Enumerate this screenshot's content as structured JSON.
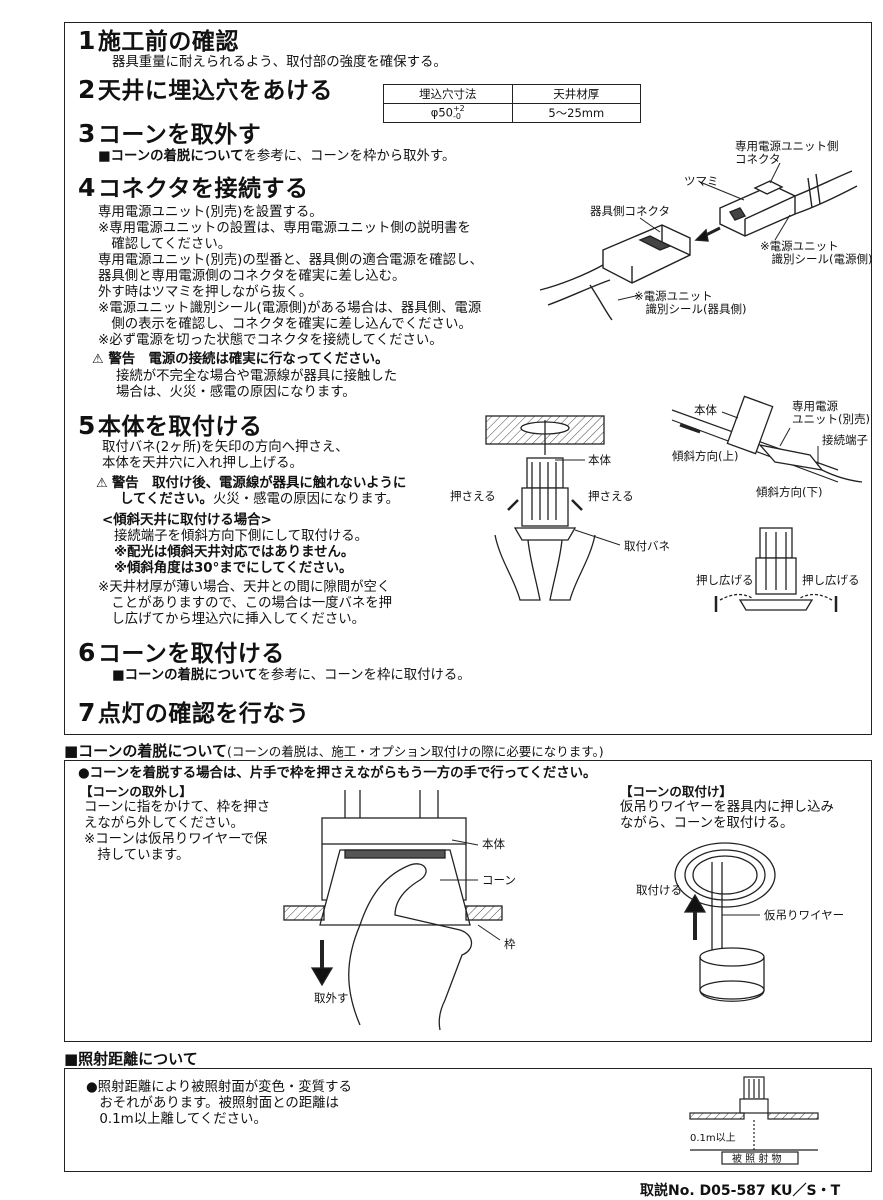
{
  "steps": [
    {
      "num": "1",
      "title": "施工前の確認"
    },
    {
      "num": "2",
      "title": "天井に埋込穴をあける"
    },
    {
      "num": "3",
      "title": "コーンを取外す"
    },
    {
      "num": "4",
      "title": "コネクタを接続する"
    },
    {
      "num": "5",
      "title": "本体を取付ける"
    },
    {
      "num": "6",
      "title": "コーンを取付ける"
    },
    {
      "num": "7",
      "title": "点灯の確認を行なう"
    }
  ],
  "step1": {
    "text": "器具重量に耐えられるよう、取付部の強度を確保する。"
  },
  "step2": {
    "table_headers": [
      "埋込穴寸法",
      "天井材厚"
    ],
    "table_values": [
      "φ50",
      "5〜25mm"
    ],
    "tol_plus": "+2",
    "tol_minus": "-0"
  },
  "step3": {
    "bold": "■コーンの着脱について",
    "text": "を参考に、コーンを枠から取外す。"
  },
  "step4": {
    "lines": [
      "専用電源ユニット(別売)を設置する。",
      "※専用電源ユニットの設置は、専用電源ユニット側の説明書を",
      "　確認してください。",
      "専用電源ユニット(別売)の型番と、器具側の適合電源を確認し、",
      "器具側と専用電源側のコネクタを確実に差し込む。",
      "外す時はツマミを押しながら抜く。",
      "※電源ユニット識別シール(電源側)がある場合は、器具側、電源",
      "　側の表示を確認し、コネクタを確実に差し込んでください。",
      "※必ず電源を切った状態でコネクタを接続してください。"
    ],
    "warning_title": "警告　電源の接続は確実に行なってください。",
    "warning_lines": [
      "接続が不完全な場合や電源線が器具に接触した",
      "場合は、火災・感電の原因になります。"
    ],
    "labels": {
      "psu_connector": "専用電源ユニット側\nコネクタ",
      "knob": "ツマミ",
      "fixture_connector": "器具側コネクタ",
      "seal_psu": "※電源ユニット\n　識別シール(電源側)",
      "seal_fixture": "※電源ユニット\n　識別シール(器具側)"
    }
  },
  "step5": {
    "lines": [
      "取付バネ(2ヶ所)を矢印の方向へ押さえ、",
      "本体を天井穴に入れ押し上げる。"
    ],
    "warning_bold": "警告　取付け後、電源線が器具に触れないように",
    "warning_bold2": "してください。",
    "warning_rest": "火災・感電の原因になります。",
    "sloped_title": "<傾斜天井に取付ける場合>",
    "sloped_line": "接続端子を傾斜方向下側にして取付ける。",
    "sloped_bold1": "※配光は傾斜天井対応ではありません。",
    "sloped_bold2": "※傾斜角度は30°までにしてください。",
    "note_lines": [
      "※天井材厚が薄い場合、天井との間に隙間が空く",
      "　ことがありますので、この場合は一度バネを押",
      "　し広げてから埋込穴に挿入してください。"
    ],
    "labels": {
      "body": "本体",
      "press_left": "押さえる",
      "press_right": "押さえる",
      "spring": "取付バネ",
      "body2": "本体",
      "psu": "専用電源\nユニット(別売)",
      "terminal": "接続端子",
      "tilt_up": "傾斜方向(上)",
      "tilt_down": "傾斜方向(下)",
      "spread_left": "押し広げる",
      "spread_right": "押し広げる"
    }
  },
  "step6": {
    "bold": "■コーンの着脱について",
    "text": "を参考に、コーンを枠に取付ける。"
  },
  "cone_section": {
    "title": "■コーンの着脱について",
    "subtitle": "(コーンの着脱は、施工・オプション取付けの際に必要になります。)",
    "lead": "●コーンを着脱する場合は、片手で枠を押さえながらもう一方の手で行ってください。",
    "remove_title": "【コーンの取外し】",
    "remove_lines": [
      "コーンに指をかけて、枠を押さ",
      "えながら外してください。",
      "※コーンは仮吊りワイヤーで保",
      "　持しています。"
    ],
    "attach_title": "【コーンの取付け】",
    "attach_lines": [
      "仮吊りワイヤーを器具内に押し込み",
      "ながら、コーンを取付ける。"
    ],
    "labels": {
      "body": "本体",
      "cone": "コーン",
      "frame": "枠",
      "remove": "取外す",
      "attach": "取付ける",
      "wire": "仮吊りワイヤー"
    }
  },
  "distance_section": {
    "title": "■照射距離について",
    "lines": [
      "●照射距離により被照射面が変色・変質する",
      "　おそれがあります。被照射面との距離は",
      "　0.1m以上離してください。"
    ],
    "label_dist": "0.1m以上",
    "label_target": "被 照 射 物"
  },
  "footer": {
    "text": "取説No. D05-587 KU／S・T"
  }
}
